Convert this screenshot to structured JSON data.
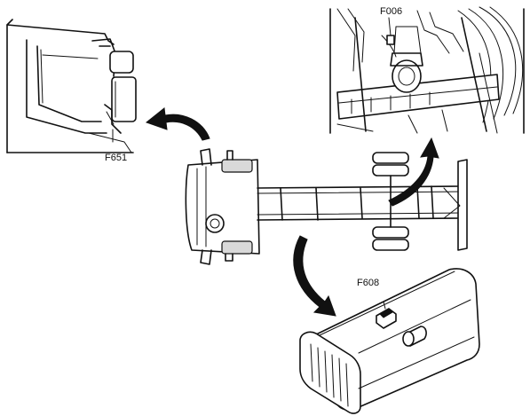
{
  "labels": {
    "mirror_fuse": "F651",
    "axle_fuse": "F006",
    "tank_fuse": "F608"
  }
}
